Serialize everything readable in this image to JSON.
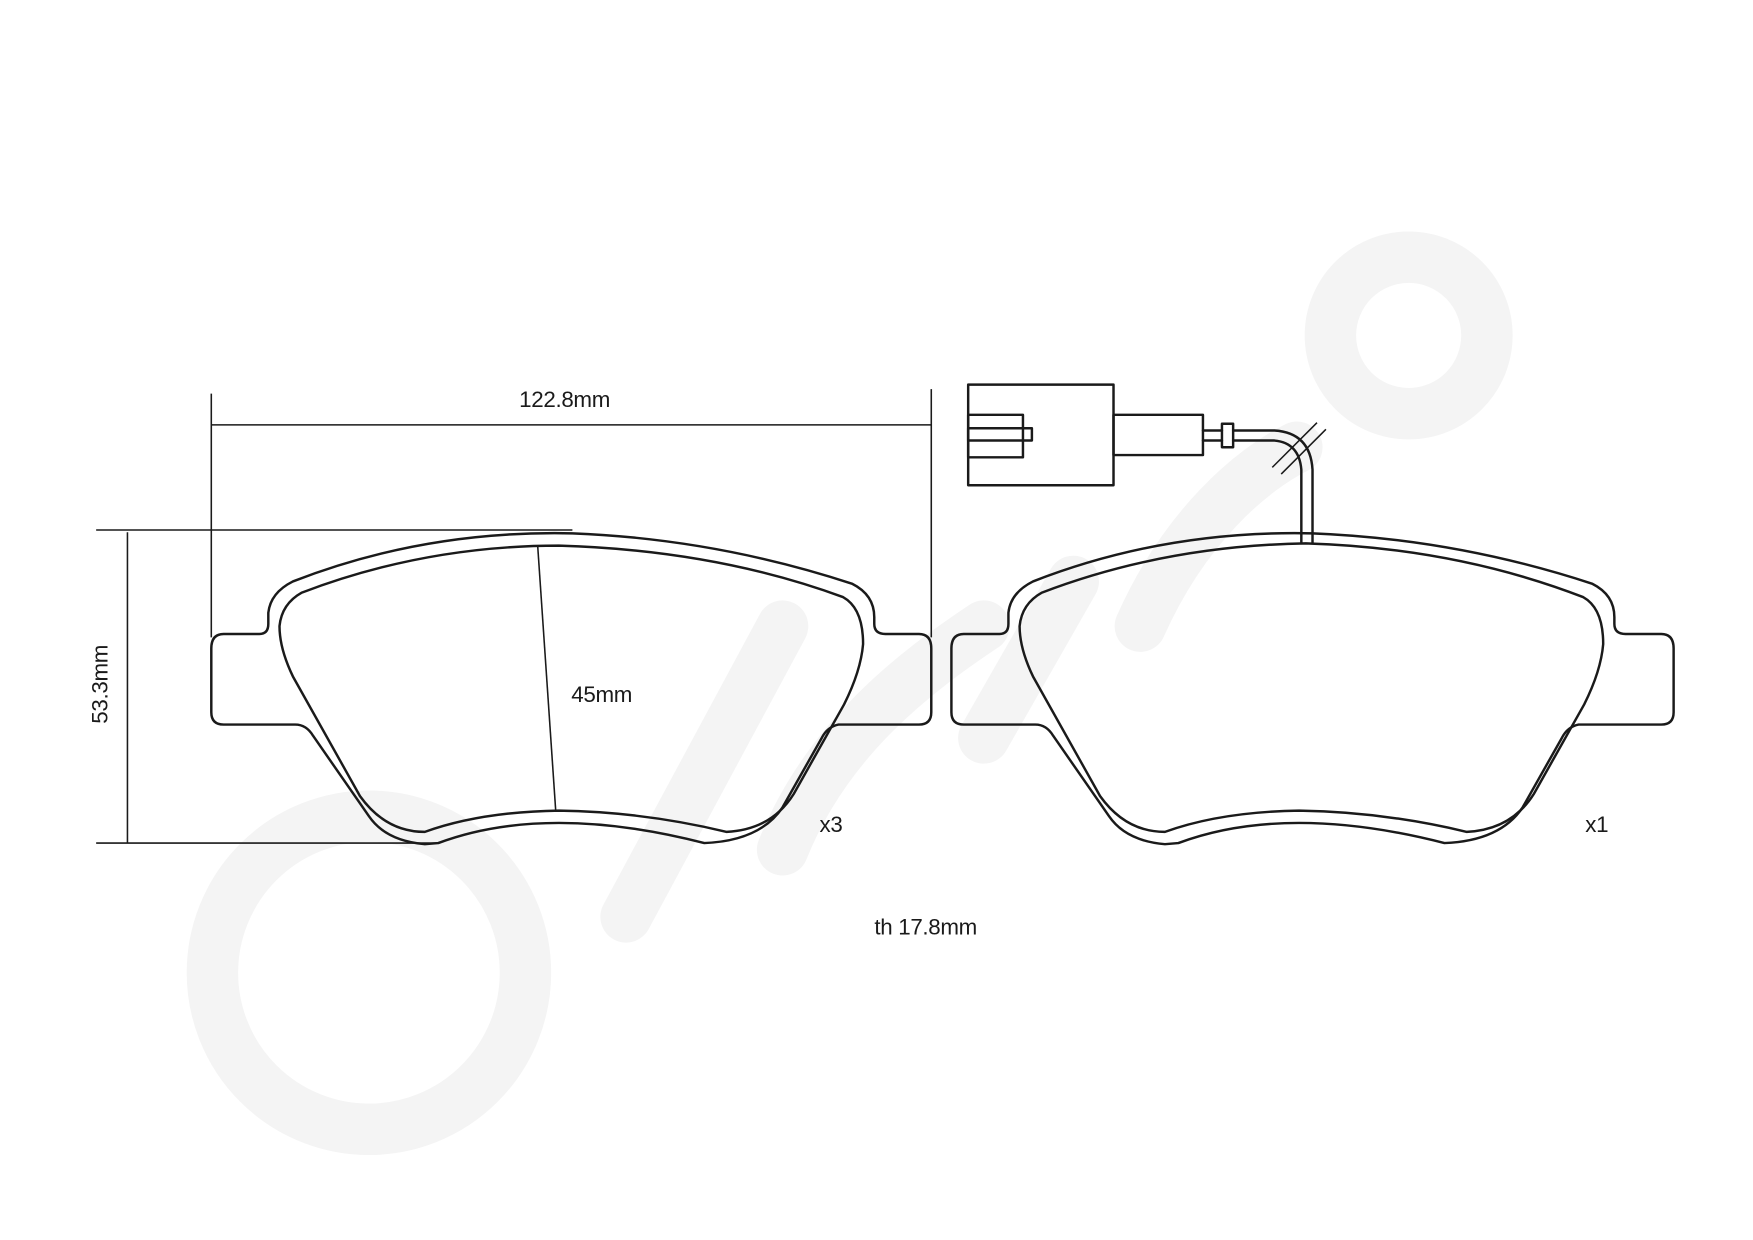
{
  "drawing": {
    "brand_watermark": "brembo",
    "colors": {
      "line": "#1a1a1a",
      "background": "#ffffff",
      "watermark": "#f4f4f4"
    }
  },
  "dimensions": {
    "width_label": "122.8mm",
    "height_label": "53.3mm",
    "friction_height_label": "45mm",
    "thickness_label": "th 17.8mm"
  },
  "pads": [
    {
      "id": "pad-without-sensor",
      "quantity_label": "x3",
      "has_wear_sensor": false
    },
    {
      "id": "pad-with-sensor",
      "quantity_label": "x1",
      "has_wear_sensor": true
    }
  ]
}
